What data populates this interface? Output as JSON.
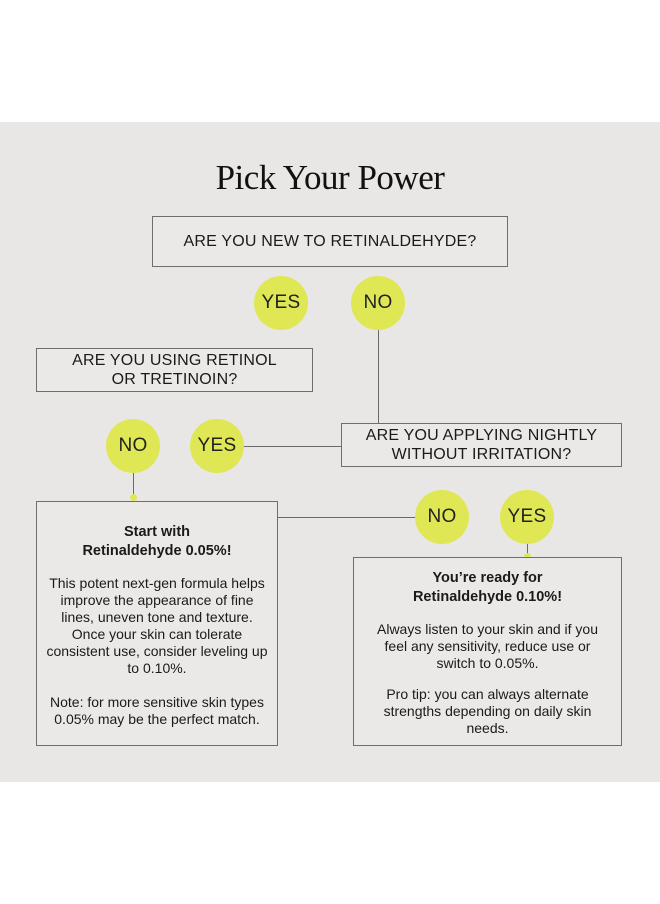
{
  "title": "Pick Your Power",
  "q1": "ARE YOU NEW TO RETINALDEHYDE?",
  "q2": {
    "line1": "ARE YOU USING RETINOL",
    "line2": "OR TRETINOIN?"
  },
  "q3": {
    "line1": "ARE YOU APPLYING NIGHTLY",
    "line2": "WITHOUT IRRITATION?"
  },
  "answers": {
    "yes": "YES",
    "no": "NO"
  },
  "card_005": {
    "head1": "Start with",
    "head2": "Retinaldehyde 0.05%!",
    "body1": "This potent next-gen formula helps improve the appearance of fine lines, uneven tone and texture. Once your skin can tolerate consistent use, consider leveling up to 0.10%.",
    "body2": "Note: for more sensitive skin types 0.05% may be the perfect match."
  },
  "card_010": {
    "head1": "You’re ready for",
    "head2": "Retinaldehyde 0.10%!",
    "body1": "Always listen to your skin and if you feel any sensitivity, reduce use or switch to 0.05%.",
    "body2": "Pro tip: you can always alternate strengths depending on daily skin needs."
  },
  "colors": {
    "accent": "#dfe755",
    "panel": "#e8e7e5",
    "border": "#6e6e6e"
  }
}
